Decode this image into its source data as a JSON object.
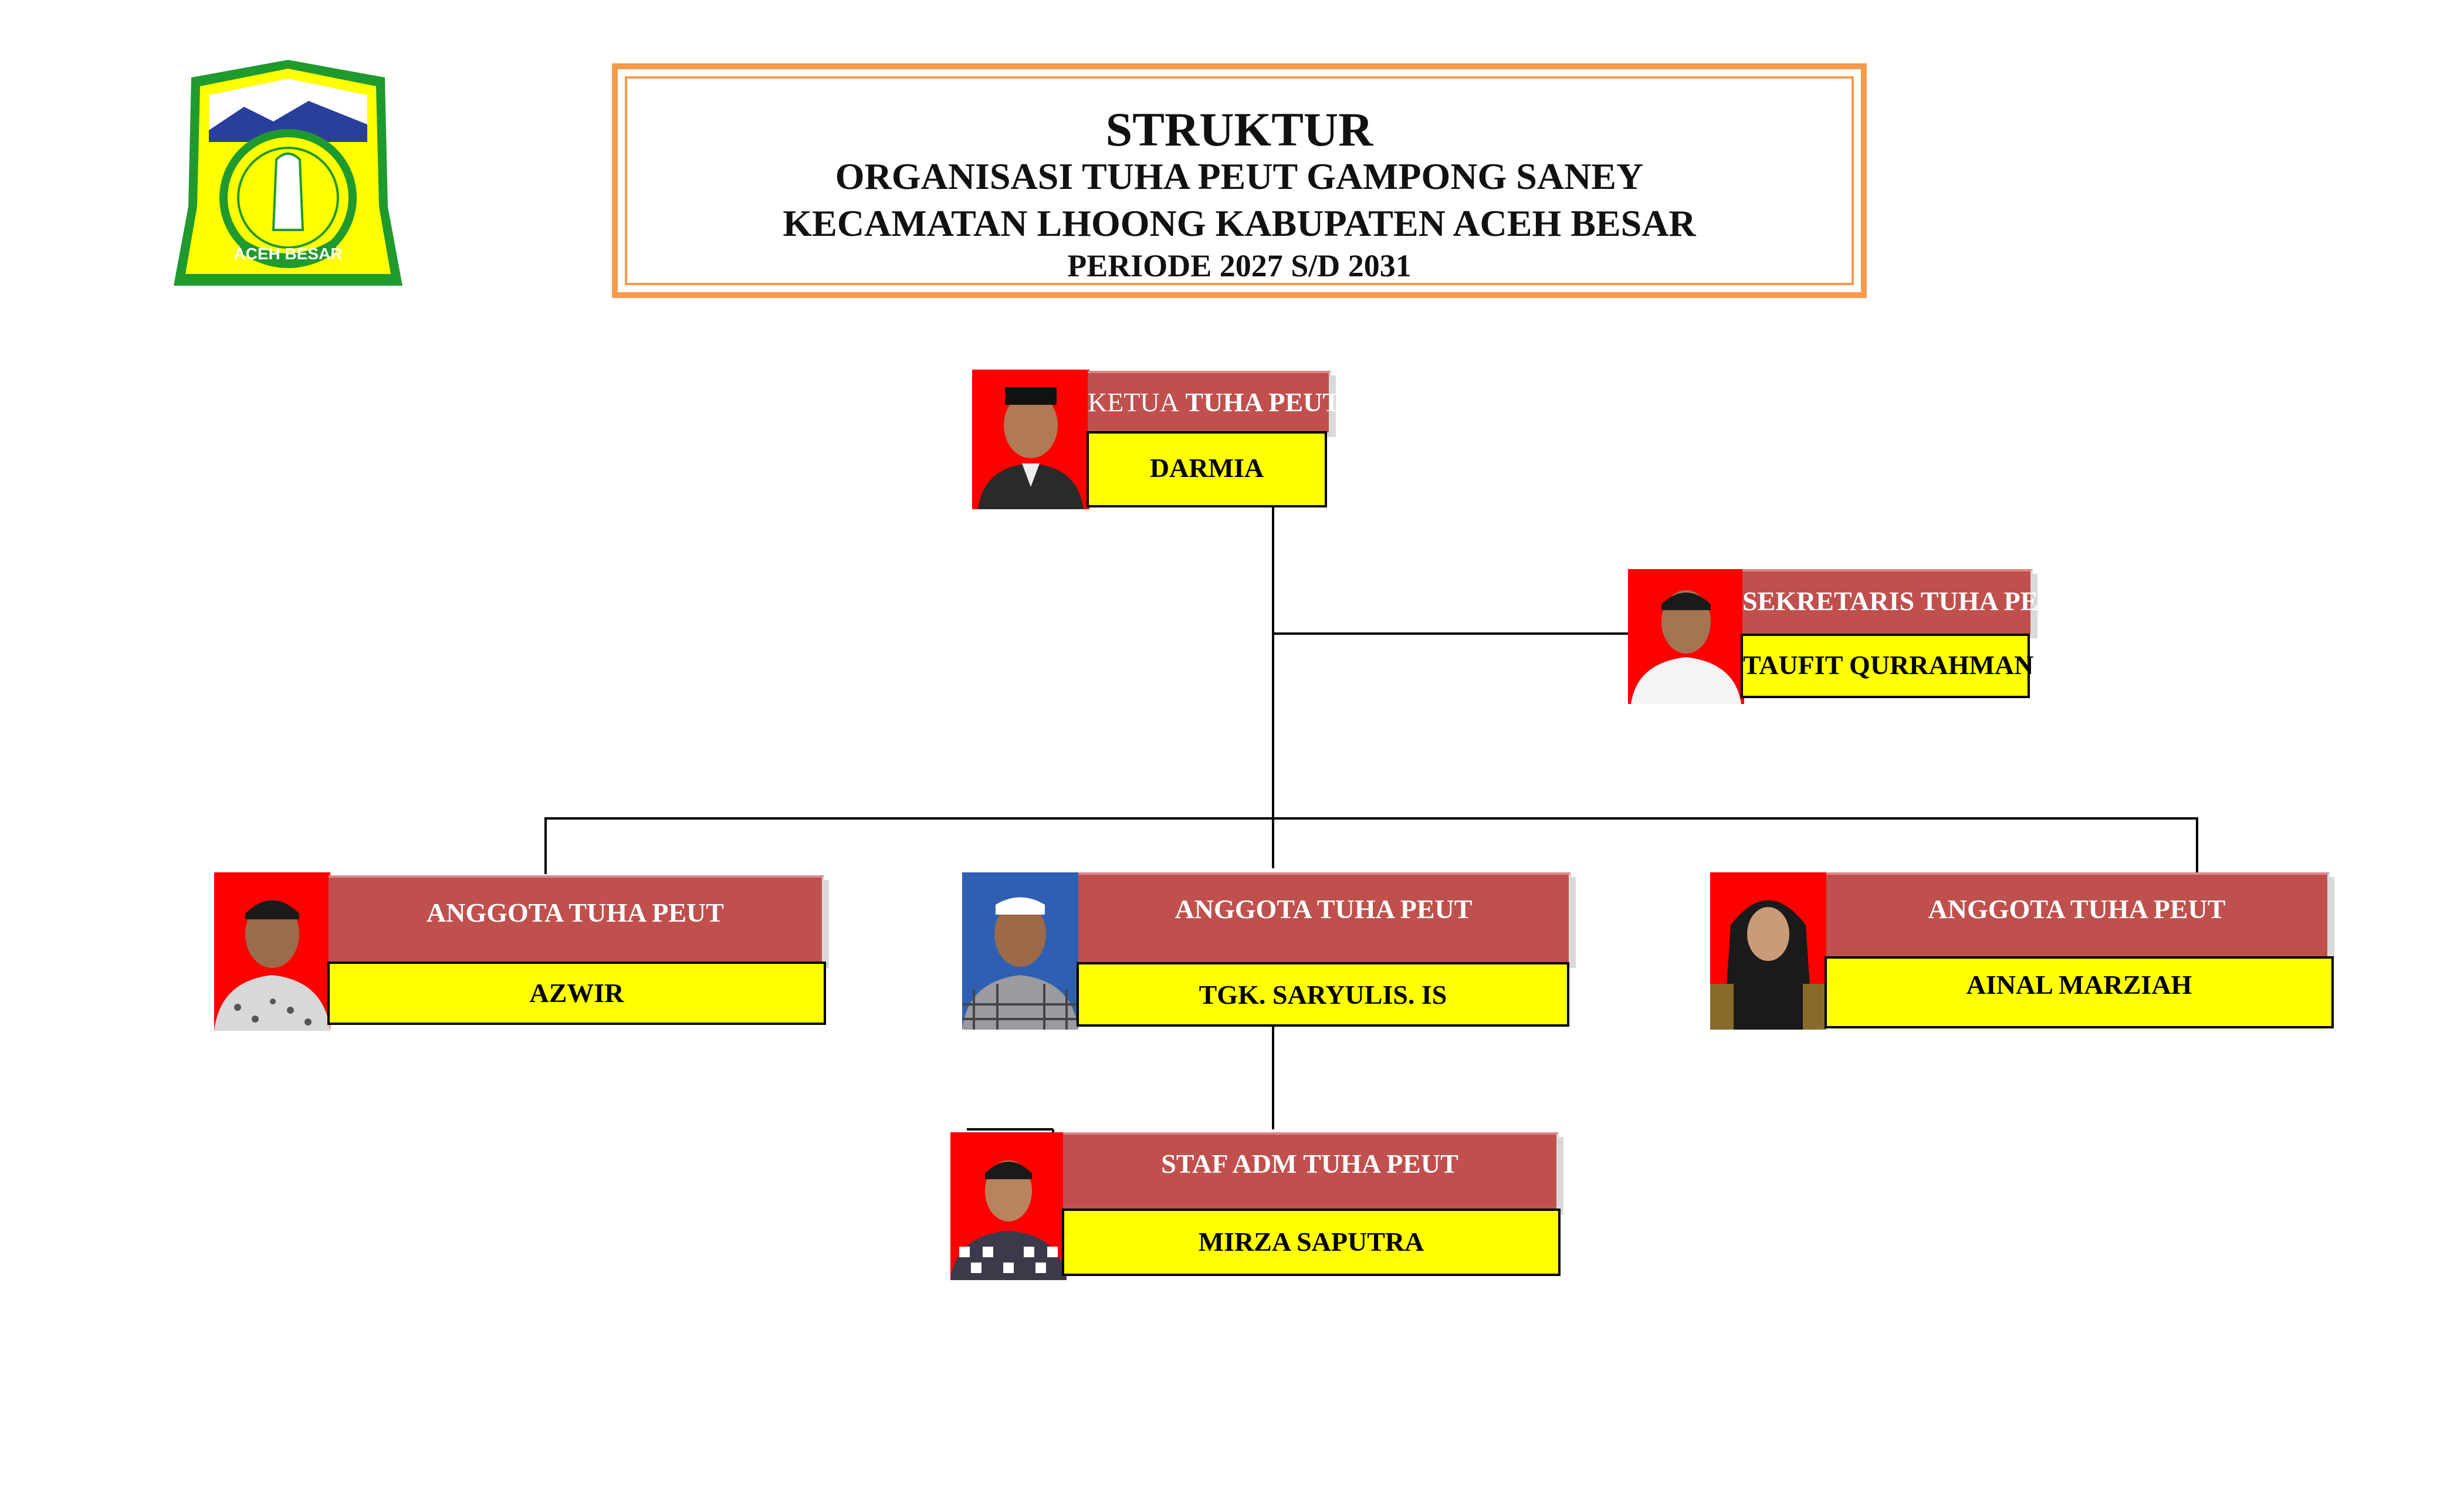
{
  "header": {
    "line1": "STRUKTUR",
    "line2": "ORGANISASI TUHA PEUT GAMPONG SANEY",
    "line3": "KECAMATAN LHOONG KABUPATEN ACEH BESAR",
    "line4": "PERIODE 2027 S/D 2031"
  },
  "logo": {
    "text": "ACEH BESAR",
    "icon": "aceh-besar-crest-icon"
  },
  "members": {
    "ketua": {
      "role_prefix": "KETUA",
      "role_suffix": " TUHA PEUT",
      "name": "DARMIA"
    },
    "sekretaris": {
      "role": "SEKRETARIS TUHA PEUT",
      "name": "TAUFIT QURRAHMAN"
    },
    "anggota1": {
      "role": "ANGGOTA TUHA PEUT",
      "name": "AZWIR"
    },
    "anggota2": {
      "role": "ANGGOTA TUHA PEUT",
      "name": "TGK. SARYULIS. IS"
    },
    "anggota3": {
      "role": "ANGGOTA TUHA PEUT",
      "name": "AINAL MARZIAH"
    },
    "staf": {
      "role": "STAF ADM TUHA PEUT",
      "name": "MIRZA SAPUTRA"
    }
  },
  "colors": {
    "title_border": "#f59a4e",
    "role_bg": "#c0504d",
    "name_bg": "#ffff00",
    "photo_bg_red": "#ff0000",
    "photo_bg_blue": "#2f5fb3",
    "logo_yellow": "#ffff00",
    "logo_green": "#1f9a2e"
  }
}
